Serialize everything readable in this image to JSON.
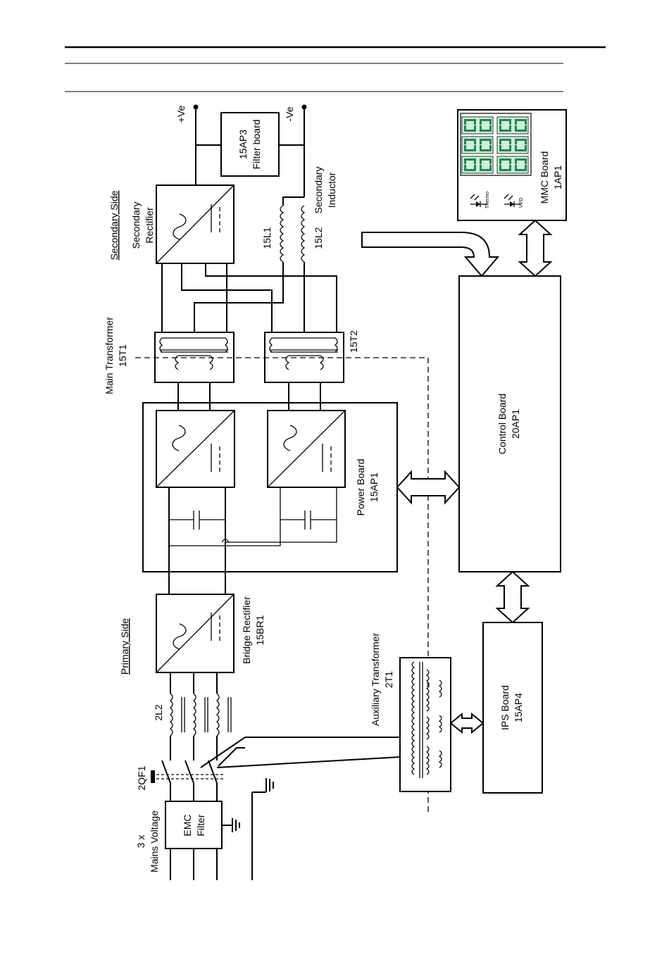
{
  "labels": {
    "primary_side": "Primary Side",
    "secondary_side": "Secondary Side",
    "mains_count": "3 x",
    "mains_voltage": "Mains Voltage",
    "emc_1": "EMC",
    "emc_2": "Filter",
    "breaker": "2QF1",
    "choke": "2L2",
    "bridge_name": "Bridge Rectifier",
    "bridge_id": "15BR1",
    "power_board_name": "Power Board",
    "power_board_id": "15AP1",
    "main_tf_name": "Main Transformer",
    "main_tf_id": "15T1",
    "tf2_id": "15T2",
    "sec_rect_1": "Secondary",
    "sec_rect_2": "Rectifier",
    "inductor1": "15L1",
    "inductor2": "15L2",
    "sec_ind_1": "Secondary",
    "sec_ind_2": "Inductor",
    "filter_id": "15AP3",
    "filter_name": "Filter board",
    "pos": "+Ve",
    "neg": "-Ve",
    "aux_tf_name": "Auxiliary Transformer",
    "aux_tf_id": "2T1",
    "ips_name": "IPS Board",
    "ips_id": "15AP4",
    "control_name": "Control Board",
    "control_id": "20AP1",
    "mmc_name": "MMC Board",
    "mmc_id": "1AP1",
    "led_thermo": "Thermo",
    "led_vrd": "VRD"
  },
  "display": {
    "digits": 6,
    "segment_color": "#1e8a4a"
  }
}
